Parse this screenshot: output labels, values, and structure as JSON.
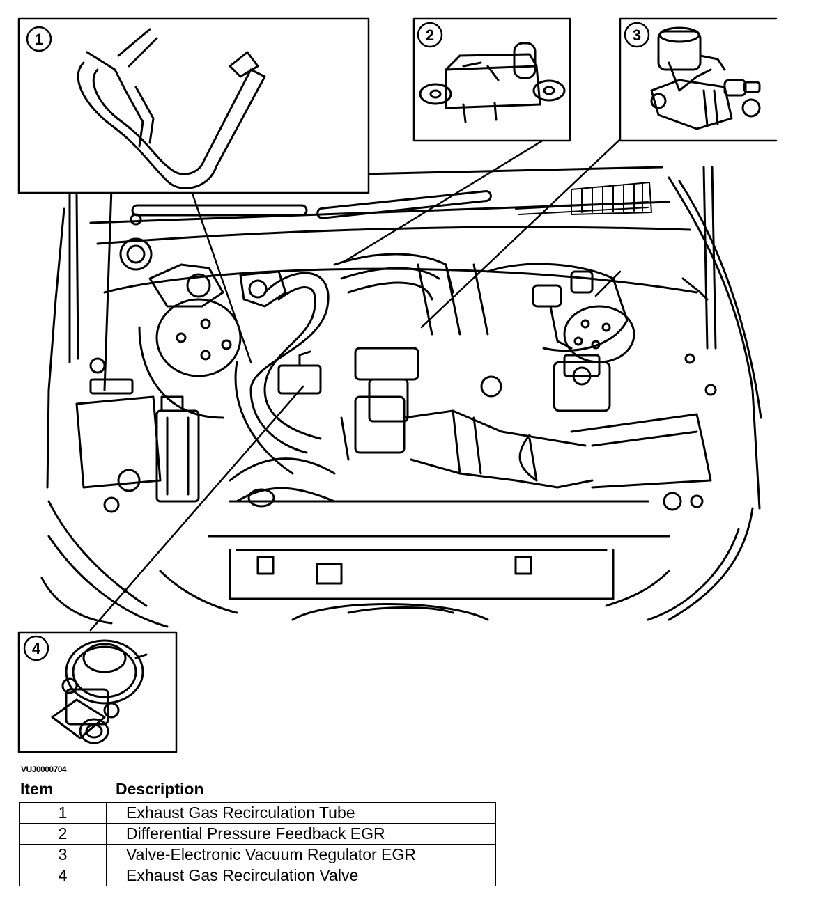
{
  "callouts": [
    {
      "num": "1"
    },
    {
      "num": "2"
    },
    {
      "num": "3"
    },
    {
      "num": "4"
    }
  ],
  "reference_code": "VUJ0000704",
  "legend": {
    "header_item": "Item",
    "header_description": "Description",
    "rows": [
      {
        "item": "1",
        "description": "Exhaust Gas Recirculation Tube"
      },
      {
        "item": "2",
        "description": "Differential Pressure Feedback EGR"
      },
      {
        "item": "3",
        "description": "Valve-Electronic Vacuum Regulator EGR"
      },
      {
        "item": "4",
        "description": "Exhaust Gas Recirculation Valve"
      }
    ]
  }
}
